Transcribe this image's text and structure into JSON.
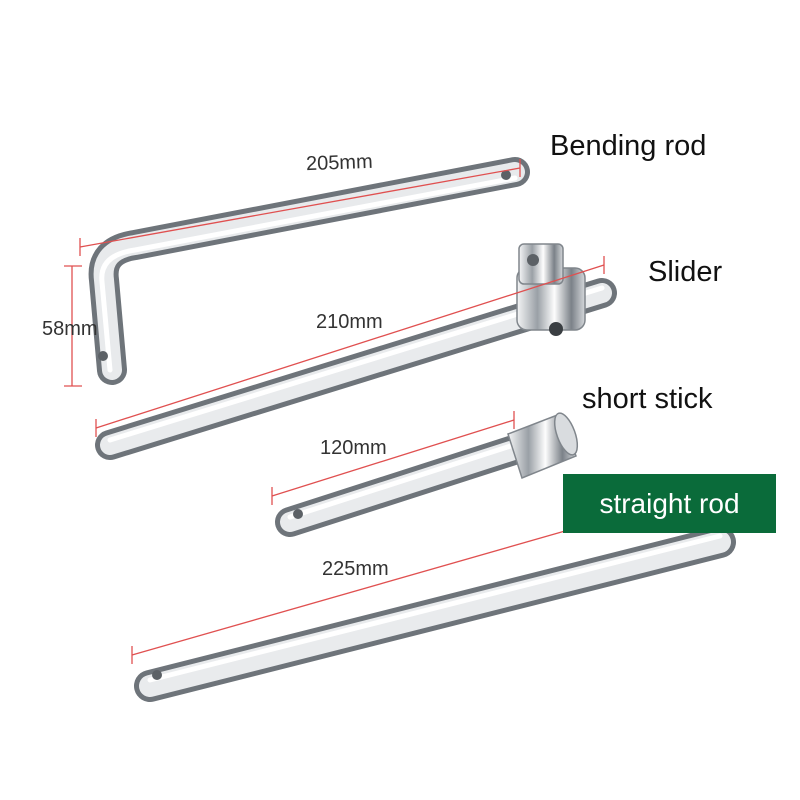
{
  "labels": {
    "bending_rod": "Bending rod",
    "slider": "Slider",
    "short_stick": "short stick",
    "straight_rod": "straight rod"
  },
  "dimensions": {
    "bending_rod_length": "205mm",
    "bending_rod_height": "58mm",
    "slider_length": "210mm",
    "short_stick_length": "120mm",
    "straight_rod_length": "225mm"
  },
  "colors": {
    "background": "#ffffff",
    "dimension_line": "#e05050",
    "banner_bg": "#0a6b3a",
    "banner_text": "#ffffff",
    "steel": "#c8ccd0"
  }
}
